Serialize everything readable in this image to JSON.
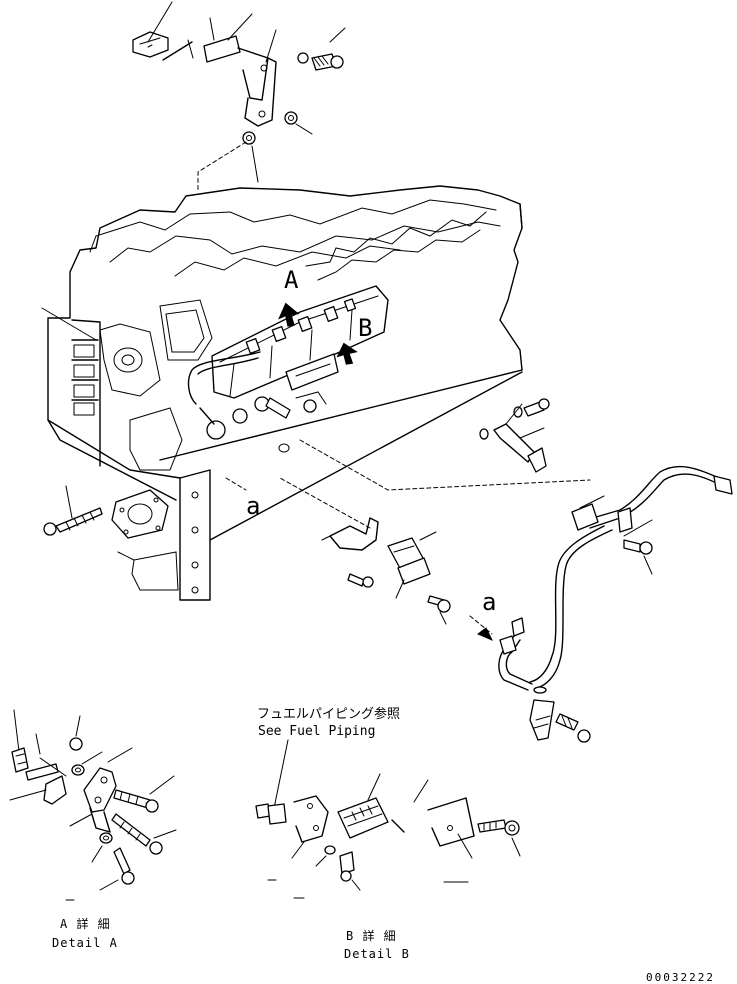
{
  "callouts": {
    "view_a": "A",
    "view_b": "B",
    "connection_a_engine": "a",
    "connection_a_pipe": "a"
  },
  "note": {
    "jp": "フュエルパイピング参照",
    "en": "See Fuel Piping"
  },
  "detail_a": {
    "jp": "A 詳 細",
    "en": "Detail A"
  },
  "detail_b": {
    "jp": "B 詳 細",
    "en": "Detail B"
  },
  "drawing_number": "00032222",
  "icons": [
    "view-arrow-icon",
    "view-arrow-icon",
    "connection-arrow-icon"
  ]
}
